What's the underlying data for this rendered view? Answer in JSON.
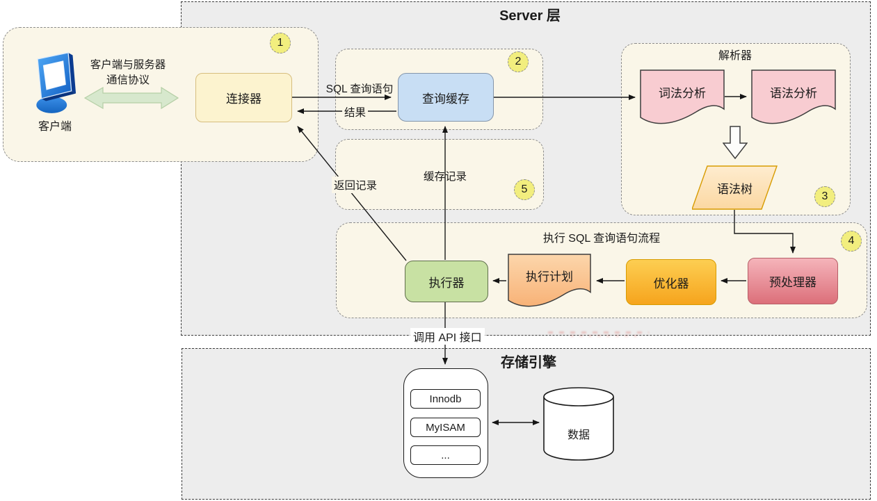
{
  "titles": {
    "server": "Server 层",
    "storage": "存储引擎",
    "parser": "解析器",
    "exec_flow": "执行 SQL 查询语句流程"
  },
  "badges": {
    "b1": "1",
    "b2": "2",
    "b3": "3",
    "b4": "4",
    "b5": "5"
  },
  "client": {
    "label": "客户端",
    "protocol_line1": "客户端与服务器",
    "protocol_line2": "通信协议",
    "connector": "连接器"
  },
  "nodes": {
    "query_cache": "查询缓存",
    "lexical": "词法分析",
    "syntax": "语法分析",
    "syntax_tree": "语法树",
    "executor": "执行器",
    "exec_plan": "执行计划",
    "optimizer": "优化器",
    "preprocessor": "预处理器"
  },
  "edges": {
    "sql": "SQL 查询语句",
    "result": "结果",
    "cache_record": "缓存记录",
    "return_record": "返回记录",
    "api_call": "调用 API 接口"
  },
  "storage": {
    "engines": [
      "Innodb",
      "MyISAM",
      "..."
    ],
    "data": "数据"
  },
  "colors": {
    "server_bg": "#ededed",
    "section_bg": "#faf6e8",
    "connector_fill": "#fcf3cf",
    "query_cache_fill": "#c8def4",
    "analysis_fill": "#f8ccd1",
    "syntax_tree_fill": "#fde3c0",
    "executor_fill": "#c8e1a3",
    "exec_plan_fill": "#fac493",
    "optimizer_fill": "#f9b62f",
    "preprocessor_fill": "#e8929b",
    "badge_fill": "#f2ee7e",
    "green_arrow_fill": "#d7e8cd"
  }
}
